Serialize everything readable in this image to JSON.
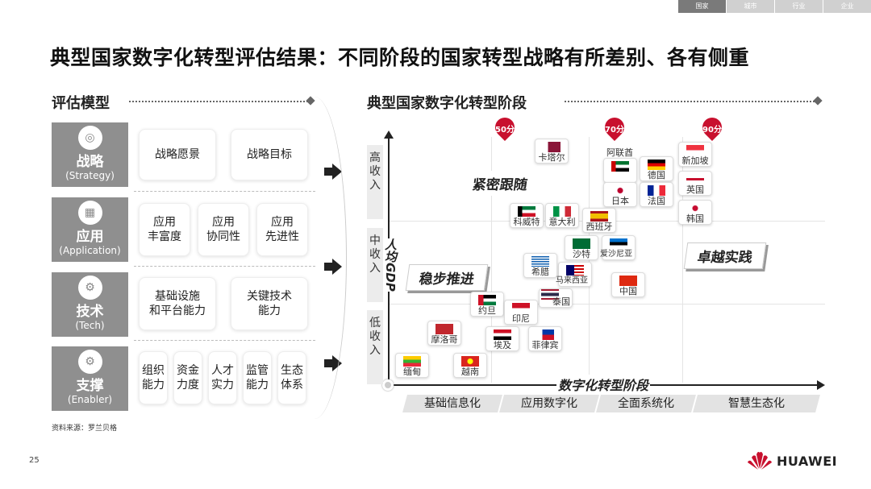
{
  "topnav": [
    "国家",
    "城市",
    "行业",
    "企业"
  ],
  "title": "典型国家数字化转型评估结果：不同阶段的国家转型战略有所差别、各有侧重",
  "left": {
    "heading": "评估模型",
    "categories": [
      {
        "name": "战略",
        "en": "(Strategy)",
        "items": [
          "战略愿景",
          "战略目标"
        ]
      },
      {
        "name": "应用",
        "en": "(Application)",
        "items": [
          "应用\n丰富度",
          "应用\n协同性",
          "应用\n先进性"
        ]
      },
      {
        "name": "技术",
        "en": "(Tech)",
        "items": [
          "基础设施\n和平台能力",
          "关键技术\n能力"
        ]
      },
      {
        "name": "支撑",
        "en": "(Enabler)",
        "items": [
          "组织\n能力",
          "资金\n力度",
          "人才\n实力",
          "监管\n能力",
          "生态\n体系"
        ]
      }
    ],
    "source": "资料来源：罗兰贝格"
  },
  "right": {
    "heading": "典型国家数字化转型阶段",
    "pins": [
      "50分",
      "70分",
      "90分"
    ],
    "y_axis": "人均GDP",
    "x_axis": "数字化转型阶段",
    "income": [
      "高\n收\n入",
      "中\n收\n入",
      "低\n收\n入"
    ],
    "stages": [
      "基础信息化",
      "应用数字化",
      "全面系统化",
      "智慧生态化"
    ],
    "tags": [
      "紧密跟随",
      "稳步推进",
      "卓越实践"
    ],
    "countries": [
      "卡塔尔",
      "阿联酋",
      "新加坡",
      "德国",
      "法国",
      "英国",
      "日本",
      "韩国",
      "科威特",
      "意大利",
      "西班牙",
      "沙特",
      "爱沙尼亚",
      "希腊",
      "马来西亚",
      "泰国",
      "中国",
      "约旦",
      "印尼",
      "摩洛哥",
      "埃及",
      "菲律宾",
      "缅甸",
      "越南"
    ]
  },
  "footer": {
    "page": "25",
    "brand": "HUAWEI"
  },
  "colors": {
    "accent": "#c8102e",
    "category_bg": "#8f8f8f"
  }
}
